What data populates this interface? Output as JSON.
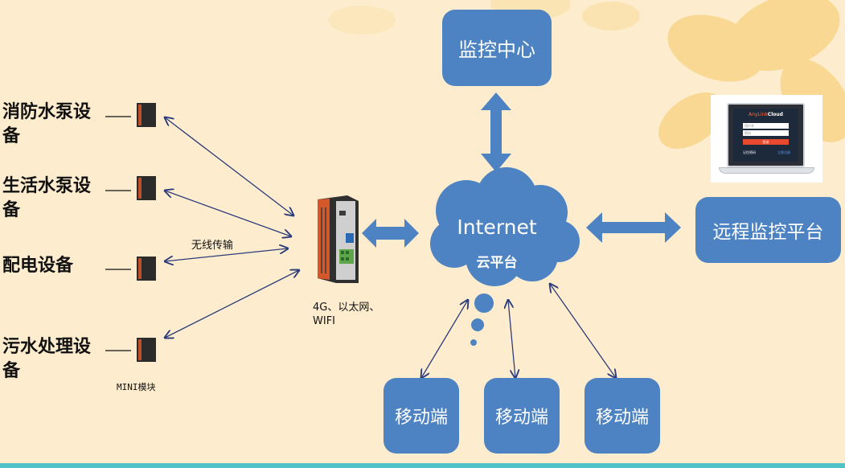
{
  "devices": [
    {
      "label": "消防水泵设备"
    },
    {
      "label": "生活水泵设备"
    },
    {
      "label": "配电设备"
    },
    {
      "label": "污水处理设备"
    }
  ],
  "mini_module_label": "MINI模块",
  "wireless_label": "无线传输",
  "gateway_caption_line1": "4G、以太网、",
  "gateway_caption_line2": "WIFI",
  "monitor_center_label": "监控中心",
  "cloud": {
    "title": "Internet",
    "subtitle": "云平台"
  },
  "remote_platform_label": "远程监控平台",
  "mobile_labels": [
    "移动端",
    "移动端",
    "移动端"
  ],
  "laptop_screen": {
    "brand_part1": "AnyLink",
    "brand_part2": "Cloud",
    "username_placeholder": "用户名",
    "password_placeholder": "密码",
    "login_label": "登录",
    "remember_label": "记住密码",
    "register_label": "立即注册"
  },
  "colors": {
    "background": "#fdedce",
    "box_blue": "#4d83c2",
    "cloud_blue": "#4d83c2",
    "arrow_dark": "#2c3c7a",
    "petal": "#f9d58a",
    "bottom_bar": "#4fc3c8"
  }
}
